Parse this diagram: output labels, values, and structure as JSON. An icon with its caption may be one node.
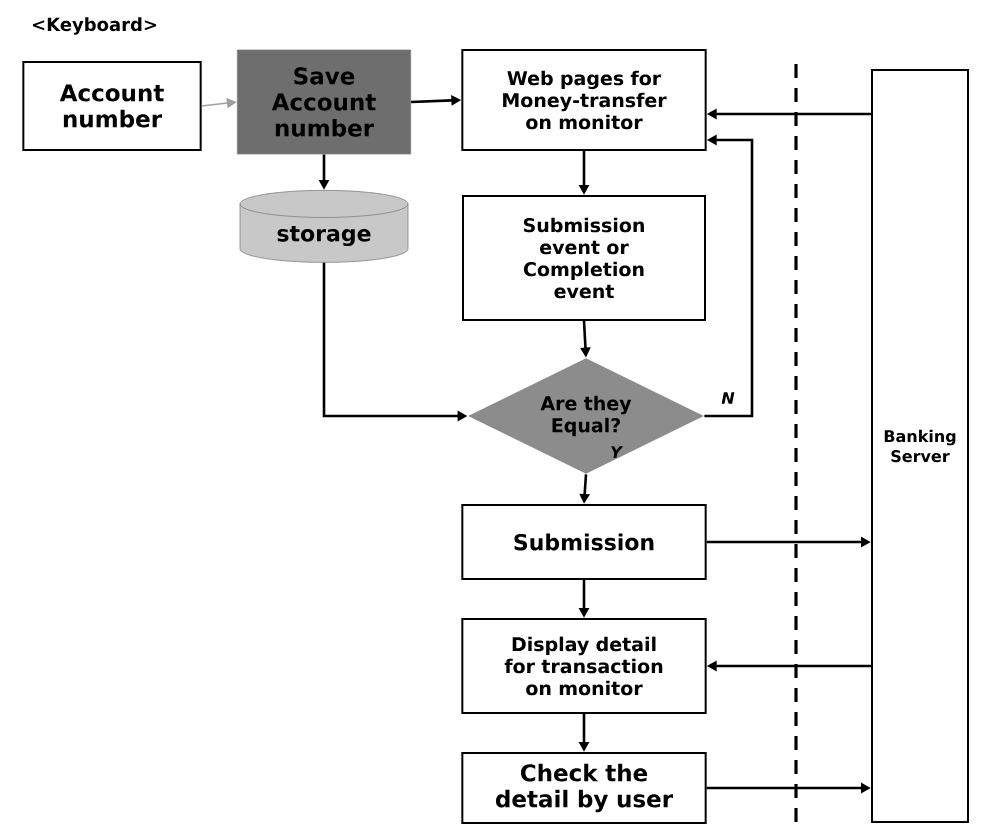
{
  "diagram": {
    "nodes": [
      {
        "text": [
          "Account number"
        ]
      },
      {
        "text": [
          "Save Account number"
        ]
      },
      {
        "text": [
          "Web pages for Money-transfer on monitor"
        ]
      },
      {
        "text": [
          "storage"
        ]
      },
      {
        "text": [
          "Submission event or Completion event"
        ]
      },
      {
        "text": [
          "Are they Equal?"
        ]
      },
      {
        "text": [
          "Submission"
        ]
      },
      {
        "text": [
          "Display detail for transaction on monitor"
        ]
      },
      {
        "text": [
          "Check the detail by user"
        ]
      },
      {
        "text": [
          "Banking Server"
        ]
      }
    ],
    "edges": [
      {
        "from": 0,
        "to": 1,
        "arrow": "to",
        "color": "#a0a0a0"
      },
      {
        "from": 1,
        "to": 2,
        "arrow": "to"
      },
      {
        "from": 1,
        "to": 3,
        "arrow": "to"
      },
      {
        "from": 9,
        "to": 2,
        "arrow": "to"
      },
      {
        "from": 2,
        "to": 4,
        "arrow": "to"
      },
      {
        "from": 3,
        "to": 5,
        "arrow": "to"
      },
      {
        "from": 4,
        "to": 5,
        "arrow": "to"
      },
      {
        "from": 5,
        "to": 2,
        "arrow": "to",
        "label": "N"
      },
      {
        "from": 5,
        "to": 6,
        "arrow": "to",
        "label": "Y"
      },
      {
        "from": 6,
        "to": 9,
        "arrow": "to"
      },
      {
        "from": 6,
        "to": 7,
        "arrow": "to"
      },
      {
        "from": 9,
        "to": 7,
        "arrow": "to"
      },
      {
        "from": 7,
        "to": 8,
        "arrow": "to"
      },
      {
        "from": 8,
        "to": 9,
        "arrow": "to"
      }
    ],
    "labels": [
      "<Keyboard>"
    ]
  }
}
